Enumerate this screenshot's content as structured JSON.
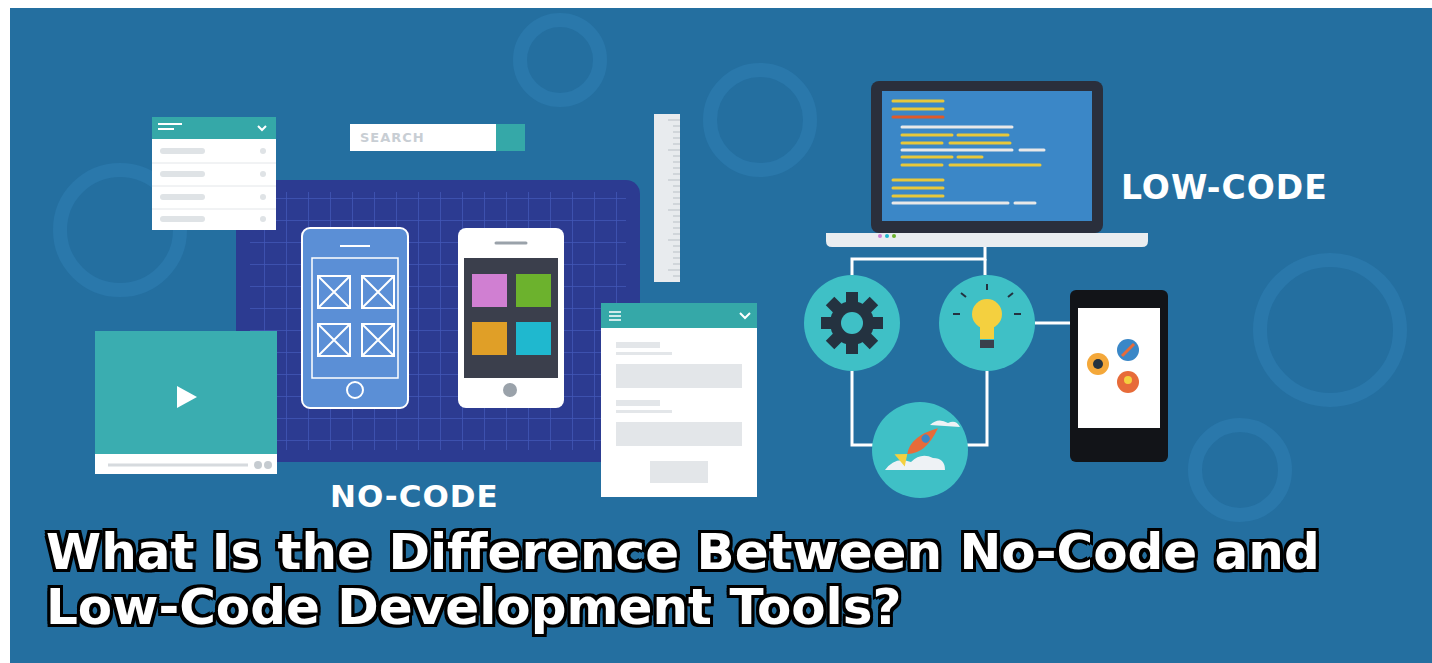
{
  "diagram": {
    "title": "What Is the Difference Between No-Code and Low-Code Development Tools?",
    "labels": [
      "SEARCH",
      "NO-CODE",
      "LOW-CODE"
    ]
  }
}
